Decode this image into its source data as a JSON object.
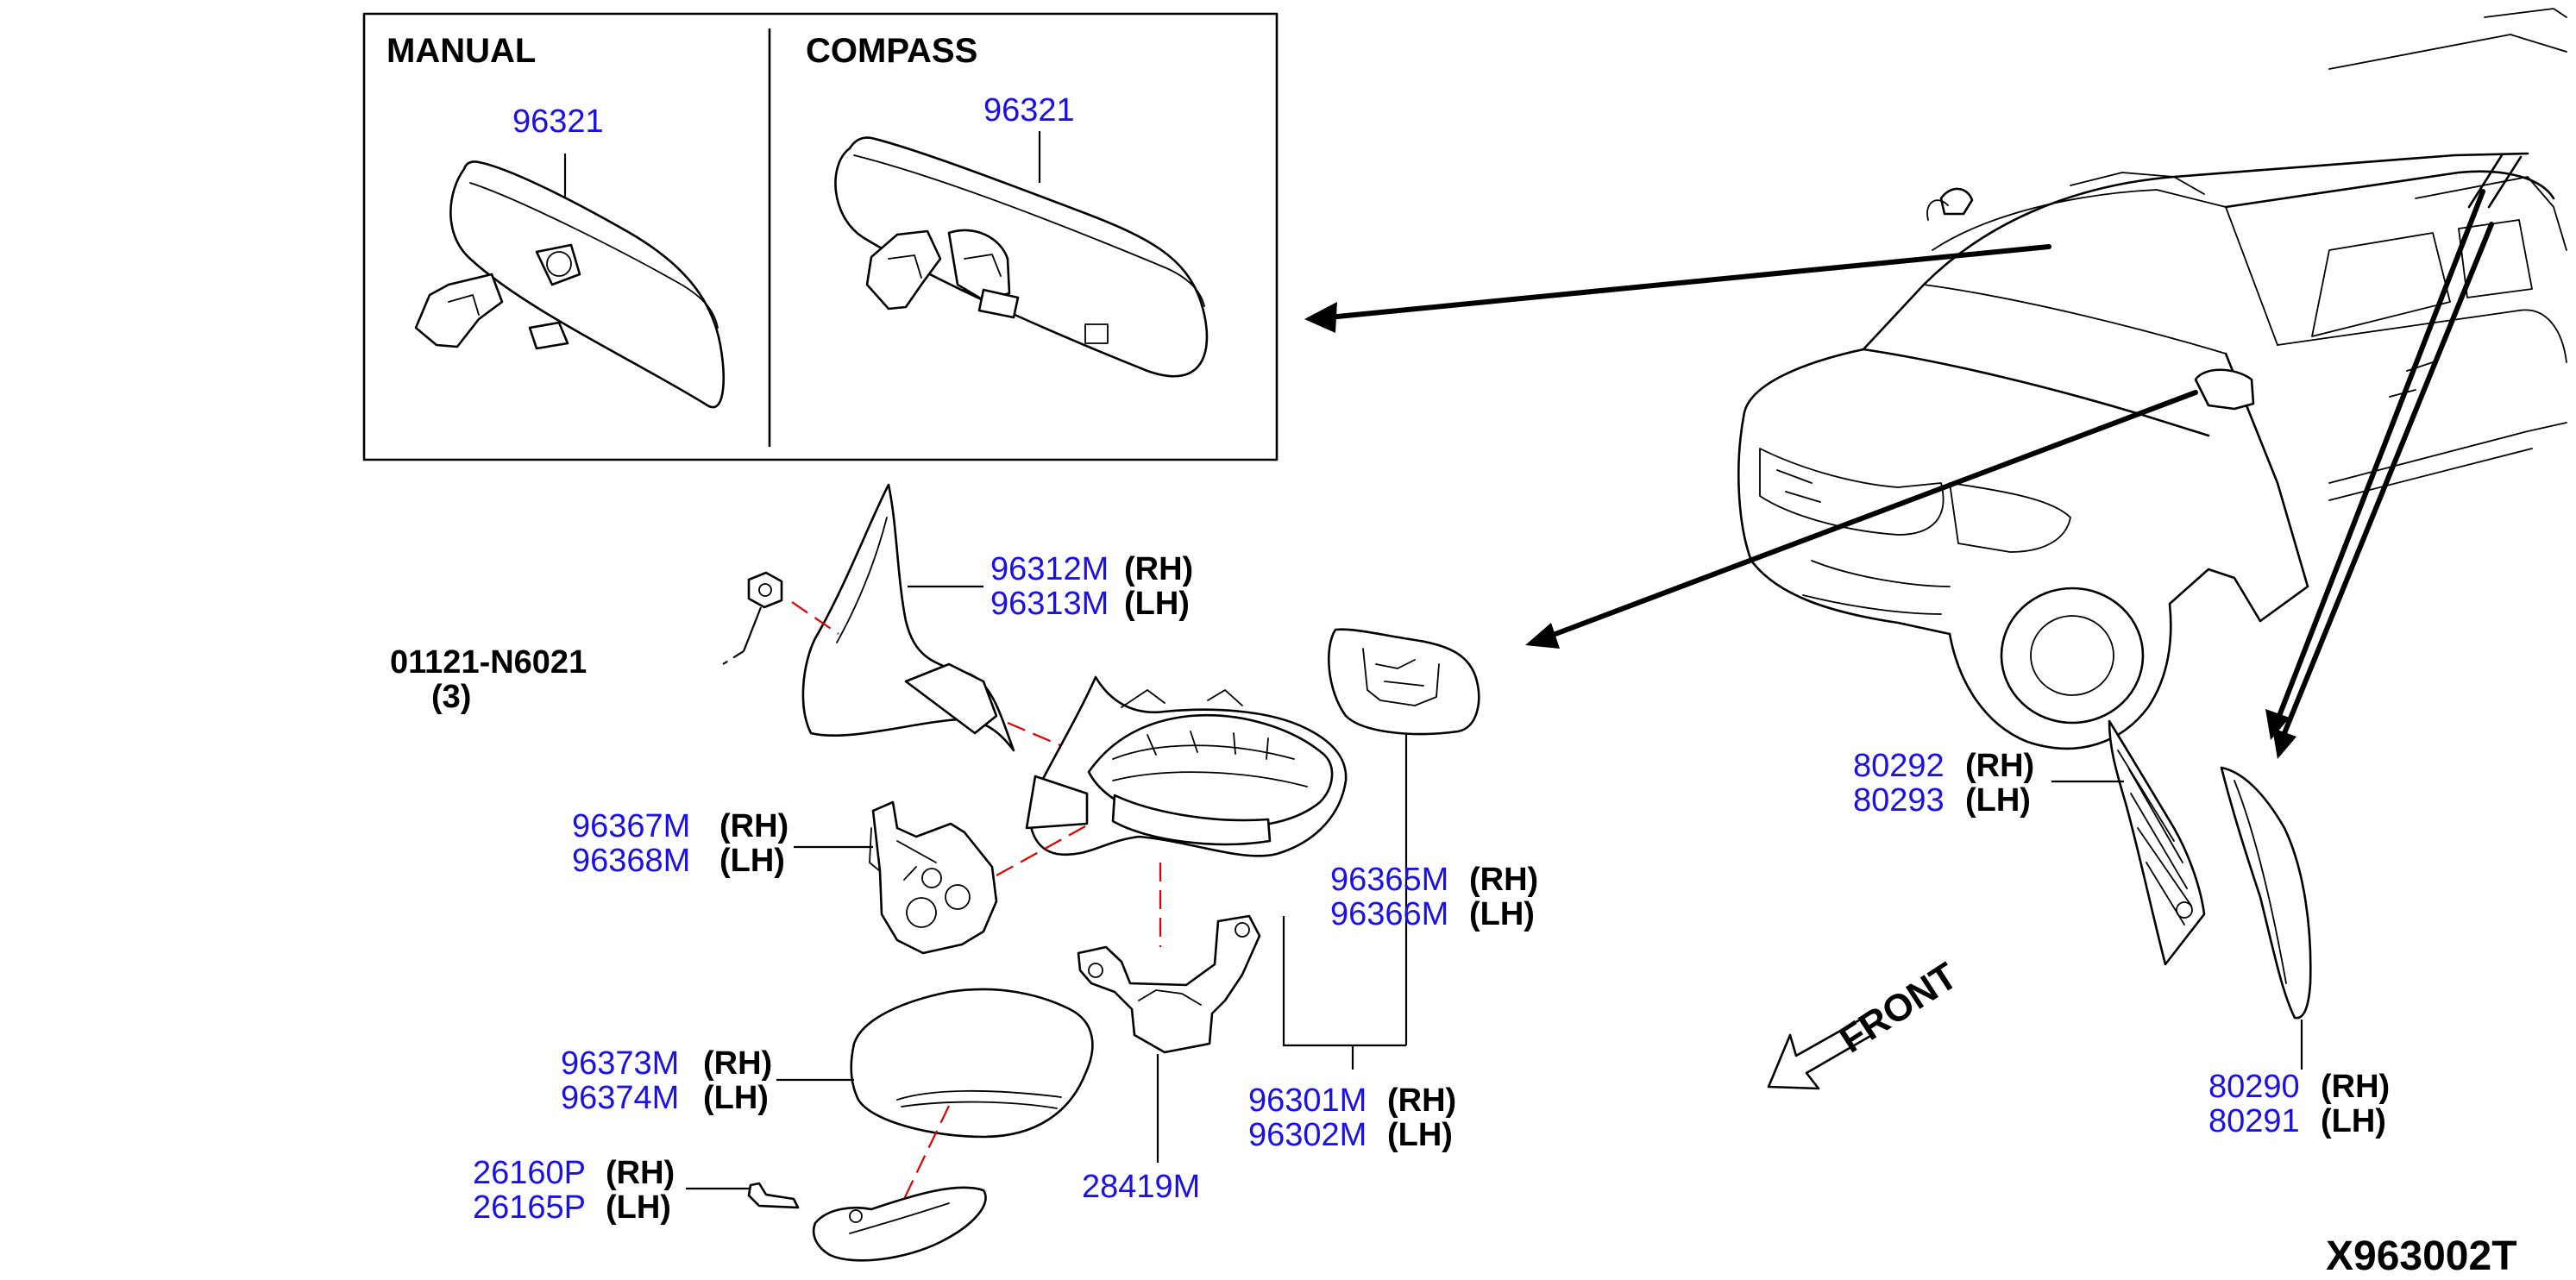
{
  "inset": {
    "manual_label": "MANUAL",
    "compass_label": "COMPASS"
  },
  "labels": {
    "inner_mirror_manual": "96321",
    "inner_mirror_compass": "96321",
    "mirror_glass_rh": "96312M",
    "mirror_glass_rh_side": "(RH)",
    "mirror_glass_lh": "96313M",
    "mirror_glass_lh_side": "(LH)",
    "nut_code": "01121-N6021",
    "nut_qty": "(3)",
    "actuator_rh": "96367M",
    "actuator_rh_side": "(RH)",
    "actuator_lh": "96368M",
    "actuator_lh_side": "(LH)",
    "housing_rh": "96365M",
    "housing_rh_side": "(RH)",
    "housing_lh": "96366M",
    "housing_lh_side": "(LH)",
    "cover_rh": "96373M",
    "cover_rh_side": "(RH)",
    "cover_lh": "96374M",
    "cover_lh_side": "(LH)",
    "assy_rh": "96301M",
    "assy_rh_side": "(RH)",
    "assy_lh": "96302M",
    "assy_lh_side": "(LH)",
    "bracket": "28419M",
    "lamp_rh": "26160P",
    "lamp_rh_side": "(RH)",
    "lamp_lh": "26165P",
    "lamp_lh_side": "(LH)",
    "mold_inner_rh": "80292",
    "mold_inner_rh_side": "(RH)",
    "mold_inner_lh": "80293",
    "mold_inner_lh_side": "(LH)",
    "mold_outer_rh": "80290",
    "mold_outer_rh_side": "(RH)",
    "mold_outer_lh": "80291",
    "mold_outer_lh_side": "(LH)"
  },
  "front_label": "FRONT",
  "diagram_code": "X963002T",
  "colors": {
    "part_number": "#1a10e8",
    "exploded_line": "#e00000",
    "line": "#000000"
  }
}
